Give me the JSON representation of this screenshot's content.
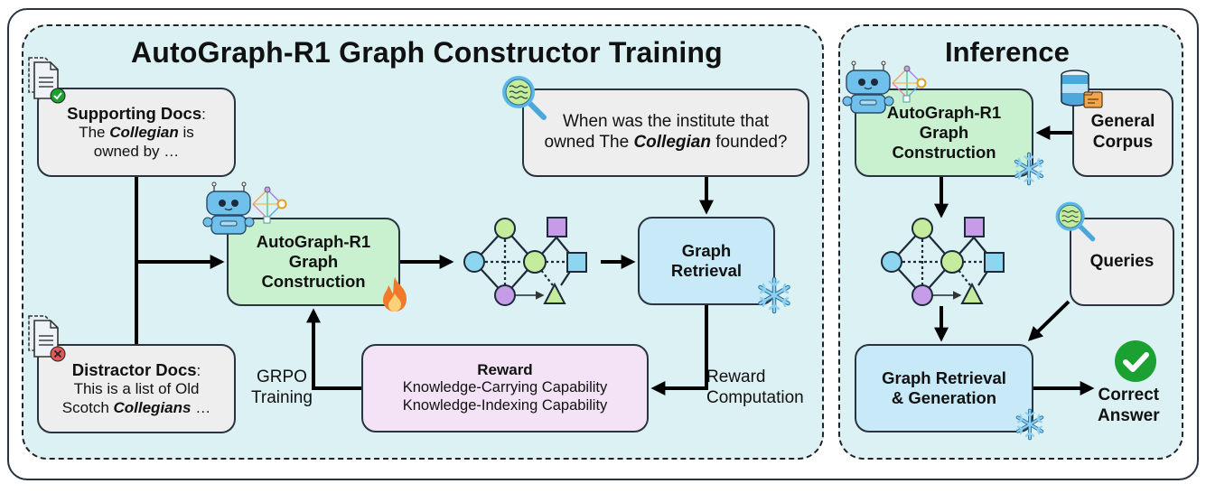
{
  "training": {
    "title": "AutoGraph-R1 Graph Constructor Training",
    "supporting_docs": {
      "label": "Supporting Docs",
      "colon": ":",
      "text_pre": "The ",
      "text_em": "Collegian",
      "text_post": " is",
      "text_line2": "owned by …"
    },
    "distractor_docs": {
      "label": "Distractor Docs",
      "colon": ":",
      "text_line1": "This is a list of Old",
      "text_pre": "Scotch ",
      "text_em": "Collegians",
      "text_post": " …"
    },
    "query": {
      "line1": "When was the institute that",
      "pre": "owned The ",
      "em": "Collegian",
      "post": " founded?"
    },
    "graph_construction": {
      "line1": "AutoGraph-R1",
      "line2": "Graph",
      "line3": "Construction",
      "state_icon": "fire-icon"
    },
    "graph_retrieval": {
      "line1": "Graph",
      "line2": "Retrieval",
      "state_icon": "snowflake-icon"
    },
    "reward": {
      "title": "Reward",
      "line1": "Knowledge-Carrying Capability",
      "line2": "Knowledge-Indexing Capability"
    },
    "grpo_label": {
      "line1": "GRPO",
      "line2": "Training"
    },
    "reward_computation_label": {
      "line1": "Reward",
      "line2": "Computation"
    }
  },
  "inference": {
    "title": "Inference",
    "graph_construction": {
      "line1": "AutoGraph-R1",
      "line2": "Graph",
      "line3": "Construction",
      "state_icon": "snowflake-icon"
    },
    "general_corpus": {
      "line1": "General",
      "line2": "Corpus"
    },
    "queries": {
      "label": "Queries"
    },
    "graph_retrieval_generation": {
      "line1": "Graph Retrieval",
      "line2": "& Generation",
      "state_icon": "snowflake-icon"
    },
    "correct_answer": {
      "line1": "Correct",
      "line2": "Answer"
    }
  },
  "colors": {
    "panel_bg": "#dcf1f3",
    "grey_box": "#eeeeee",
    "green_box": "#c9f1cf",
    "blue_box": "#c8e9f7",
    "pink_box": "#f4e2f6",
    "node_green": "#c5ec9c",
    "node_blue": "#8ed6ef",
    "node_purple": "#c69ce9",
    "check_green": "#1aa132",
    "cross_red": "#e05a5a",
    "fire": "#f07a2a",
    "snow": "#6cb7e0"
  }
}
